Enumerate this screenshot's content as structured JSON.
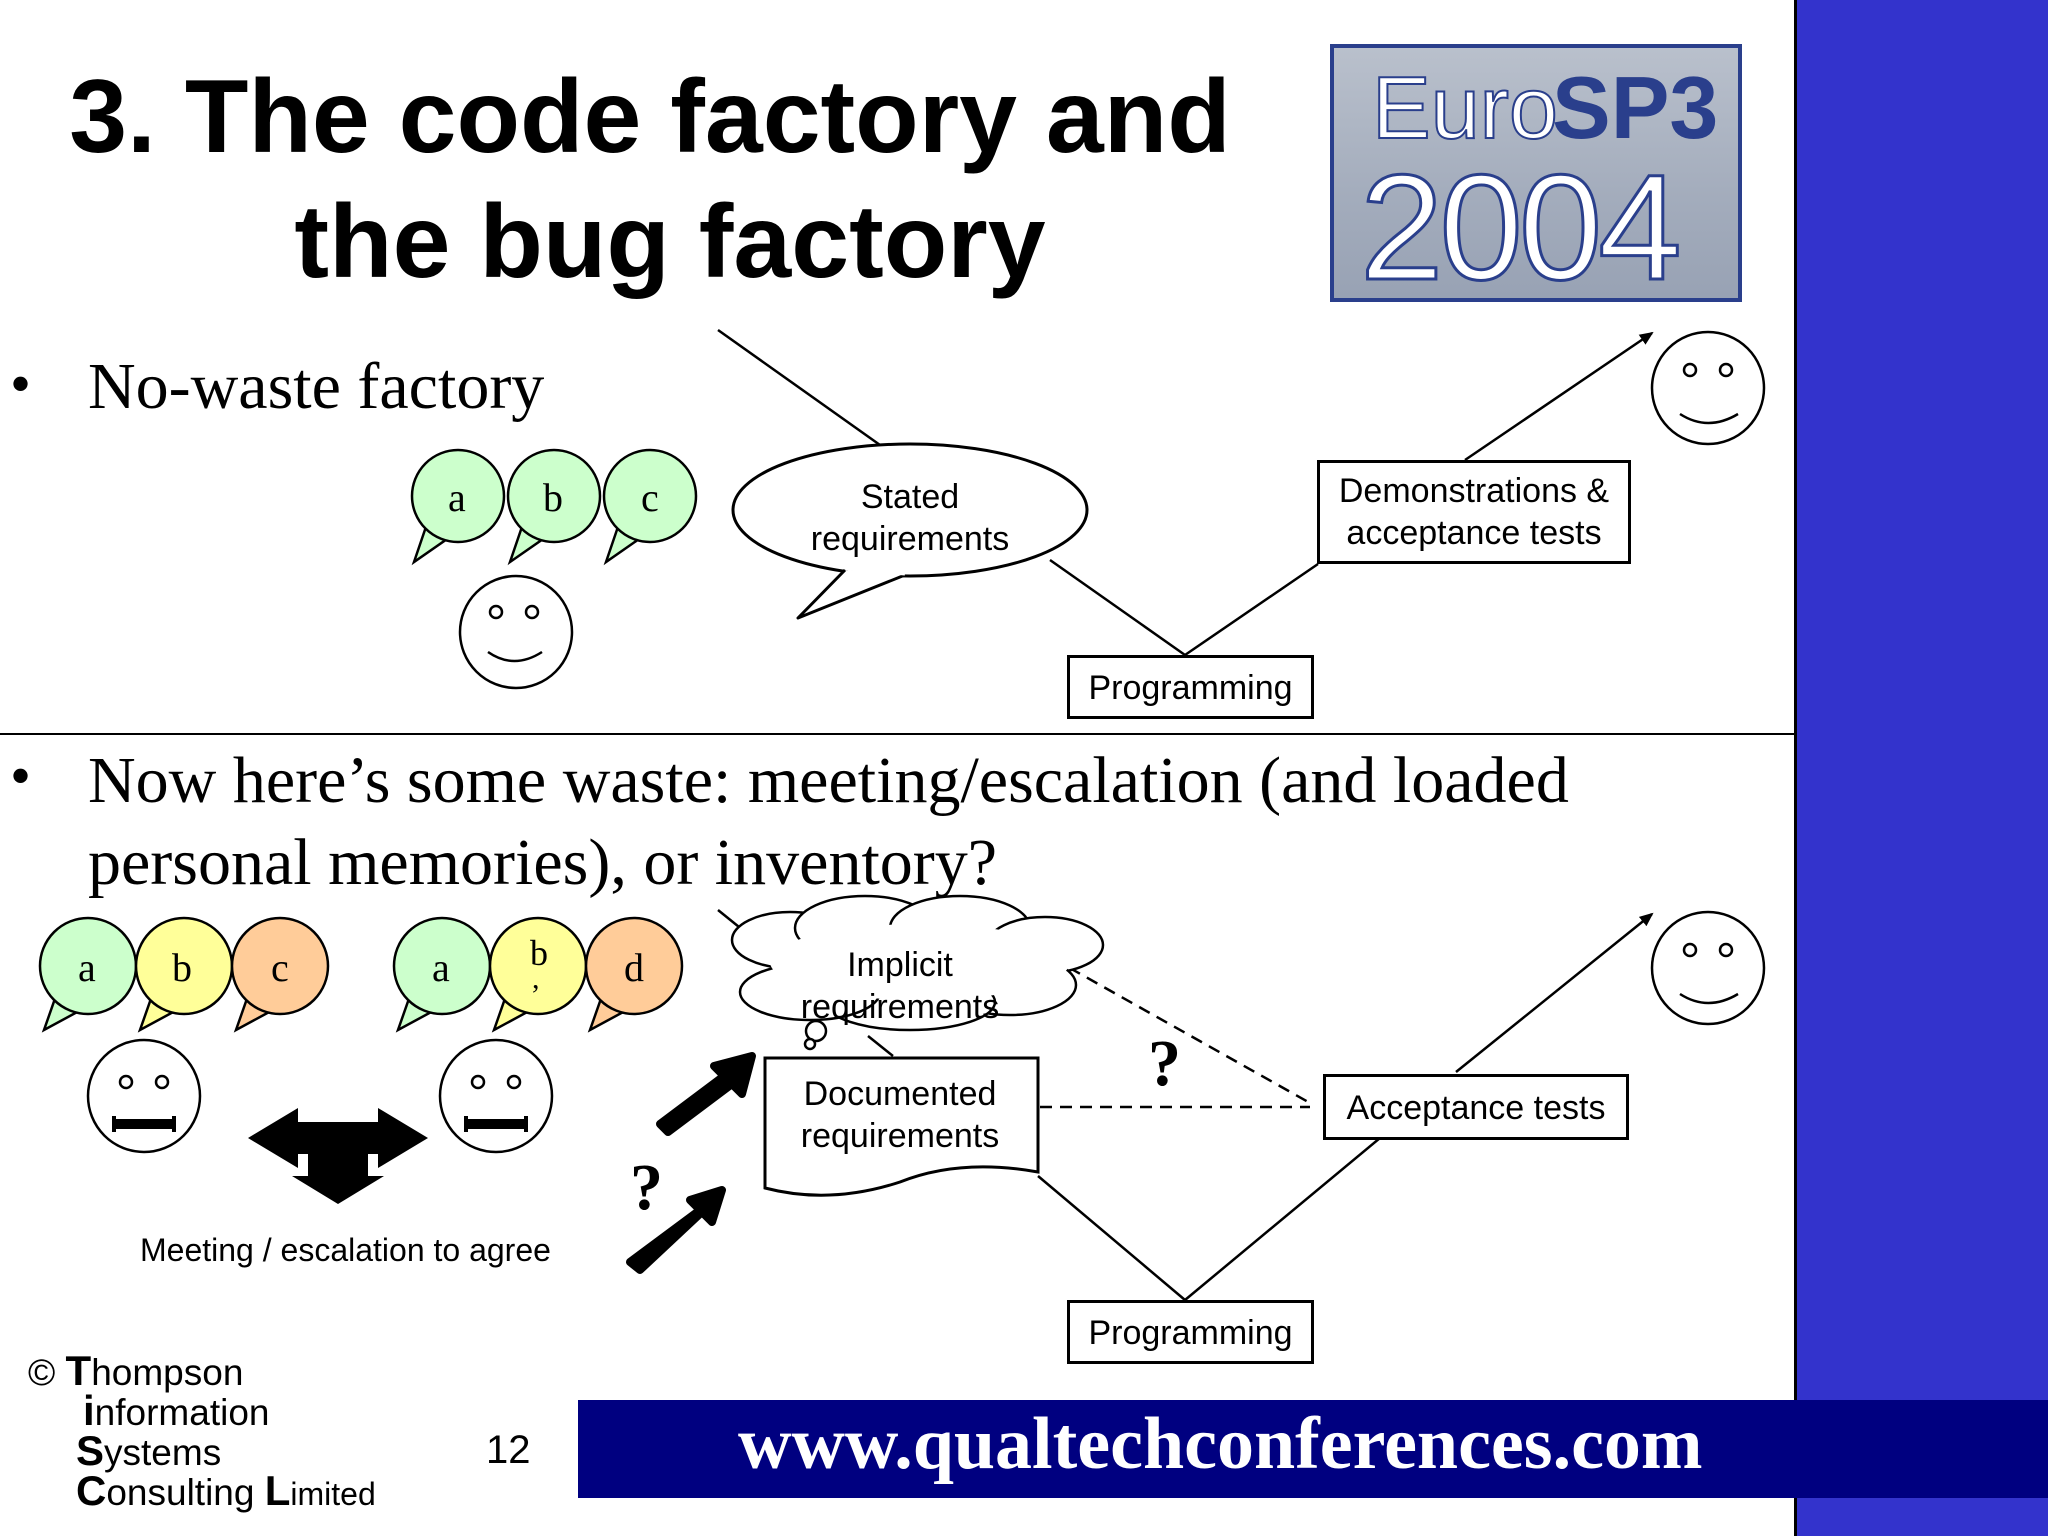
{
  "slide": {
    "title_line1": "3. The code factory and",
    "title_line2": "the bug factory",
    "logo": {
      "word1": "Euro",
      "word2": "SP3",
      "year": "2004"
    },
    "colors": {
      "accent_blue": "#3333cc",
      "footer_navy": "#000080",
      "bubble_green": "#ccffcc",
      "bubble_yellow": "#ffff99",
      "bubble_orange": "#ffcc99",
      "logo_blue": "#2a3f8c",
      "logo_gray": "#a8b0bf"
    },
    "icons": [
      "speech-bubble",
      "smiley-face",
      "grimace-face",
      "cloud",
      "block-arrow",
      "conflict-arrow"
    ]
  },
  "top": {
    "bullet": "•",
    "bullet_text": "No-waste factory",
    "bubbles": [
      "a",
      "b",
      "c"
    ],
    "stated_requirements": "Stated requirements",
    "demonstrations": "Demonstrations & acceptance tests",
    "programming": "Programming"
  },
  "bottom": {
    "bullet": "•",
    "bullet_text_line1": "Now here’s some waste: meeting/escalation (and loaded",
    "bullet_text_line2": "personal memories), or inventory?",
    "bubbles_left": [
      "a",
      "b",
      "c"
    ],
    "bubbles_right": [
      "a",
      "b",
      "d"
    ],
    "bubble_comma": ",",
    "meeting_label": "Meeting / escalation to agree",
    "implicit": "Implicit requirements",
    "documented": "Documented requirements",
    "acceptance": "Acceptance tests",
    "programming": "Programming",
    "question_mark": "?"
  },
  "footer": {
    "copyright_symbol": "©",
    "company": [
      {
        "initial": "T",
        "rest": "hompson"
      },
      {
        "initial": "i",
        "rest": "nformation"
      },
      {
        "initial": "S",
        "rest": "ystems"
      },
      {
        "initial": "C",
        "rest": "onsulting "
      },
      {
        "initial": "L",
        "rest": "imited"
      }
    ],
    "page_number": "12",
    "url": "www.qualtechconferences.com"
  }
}
